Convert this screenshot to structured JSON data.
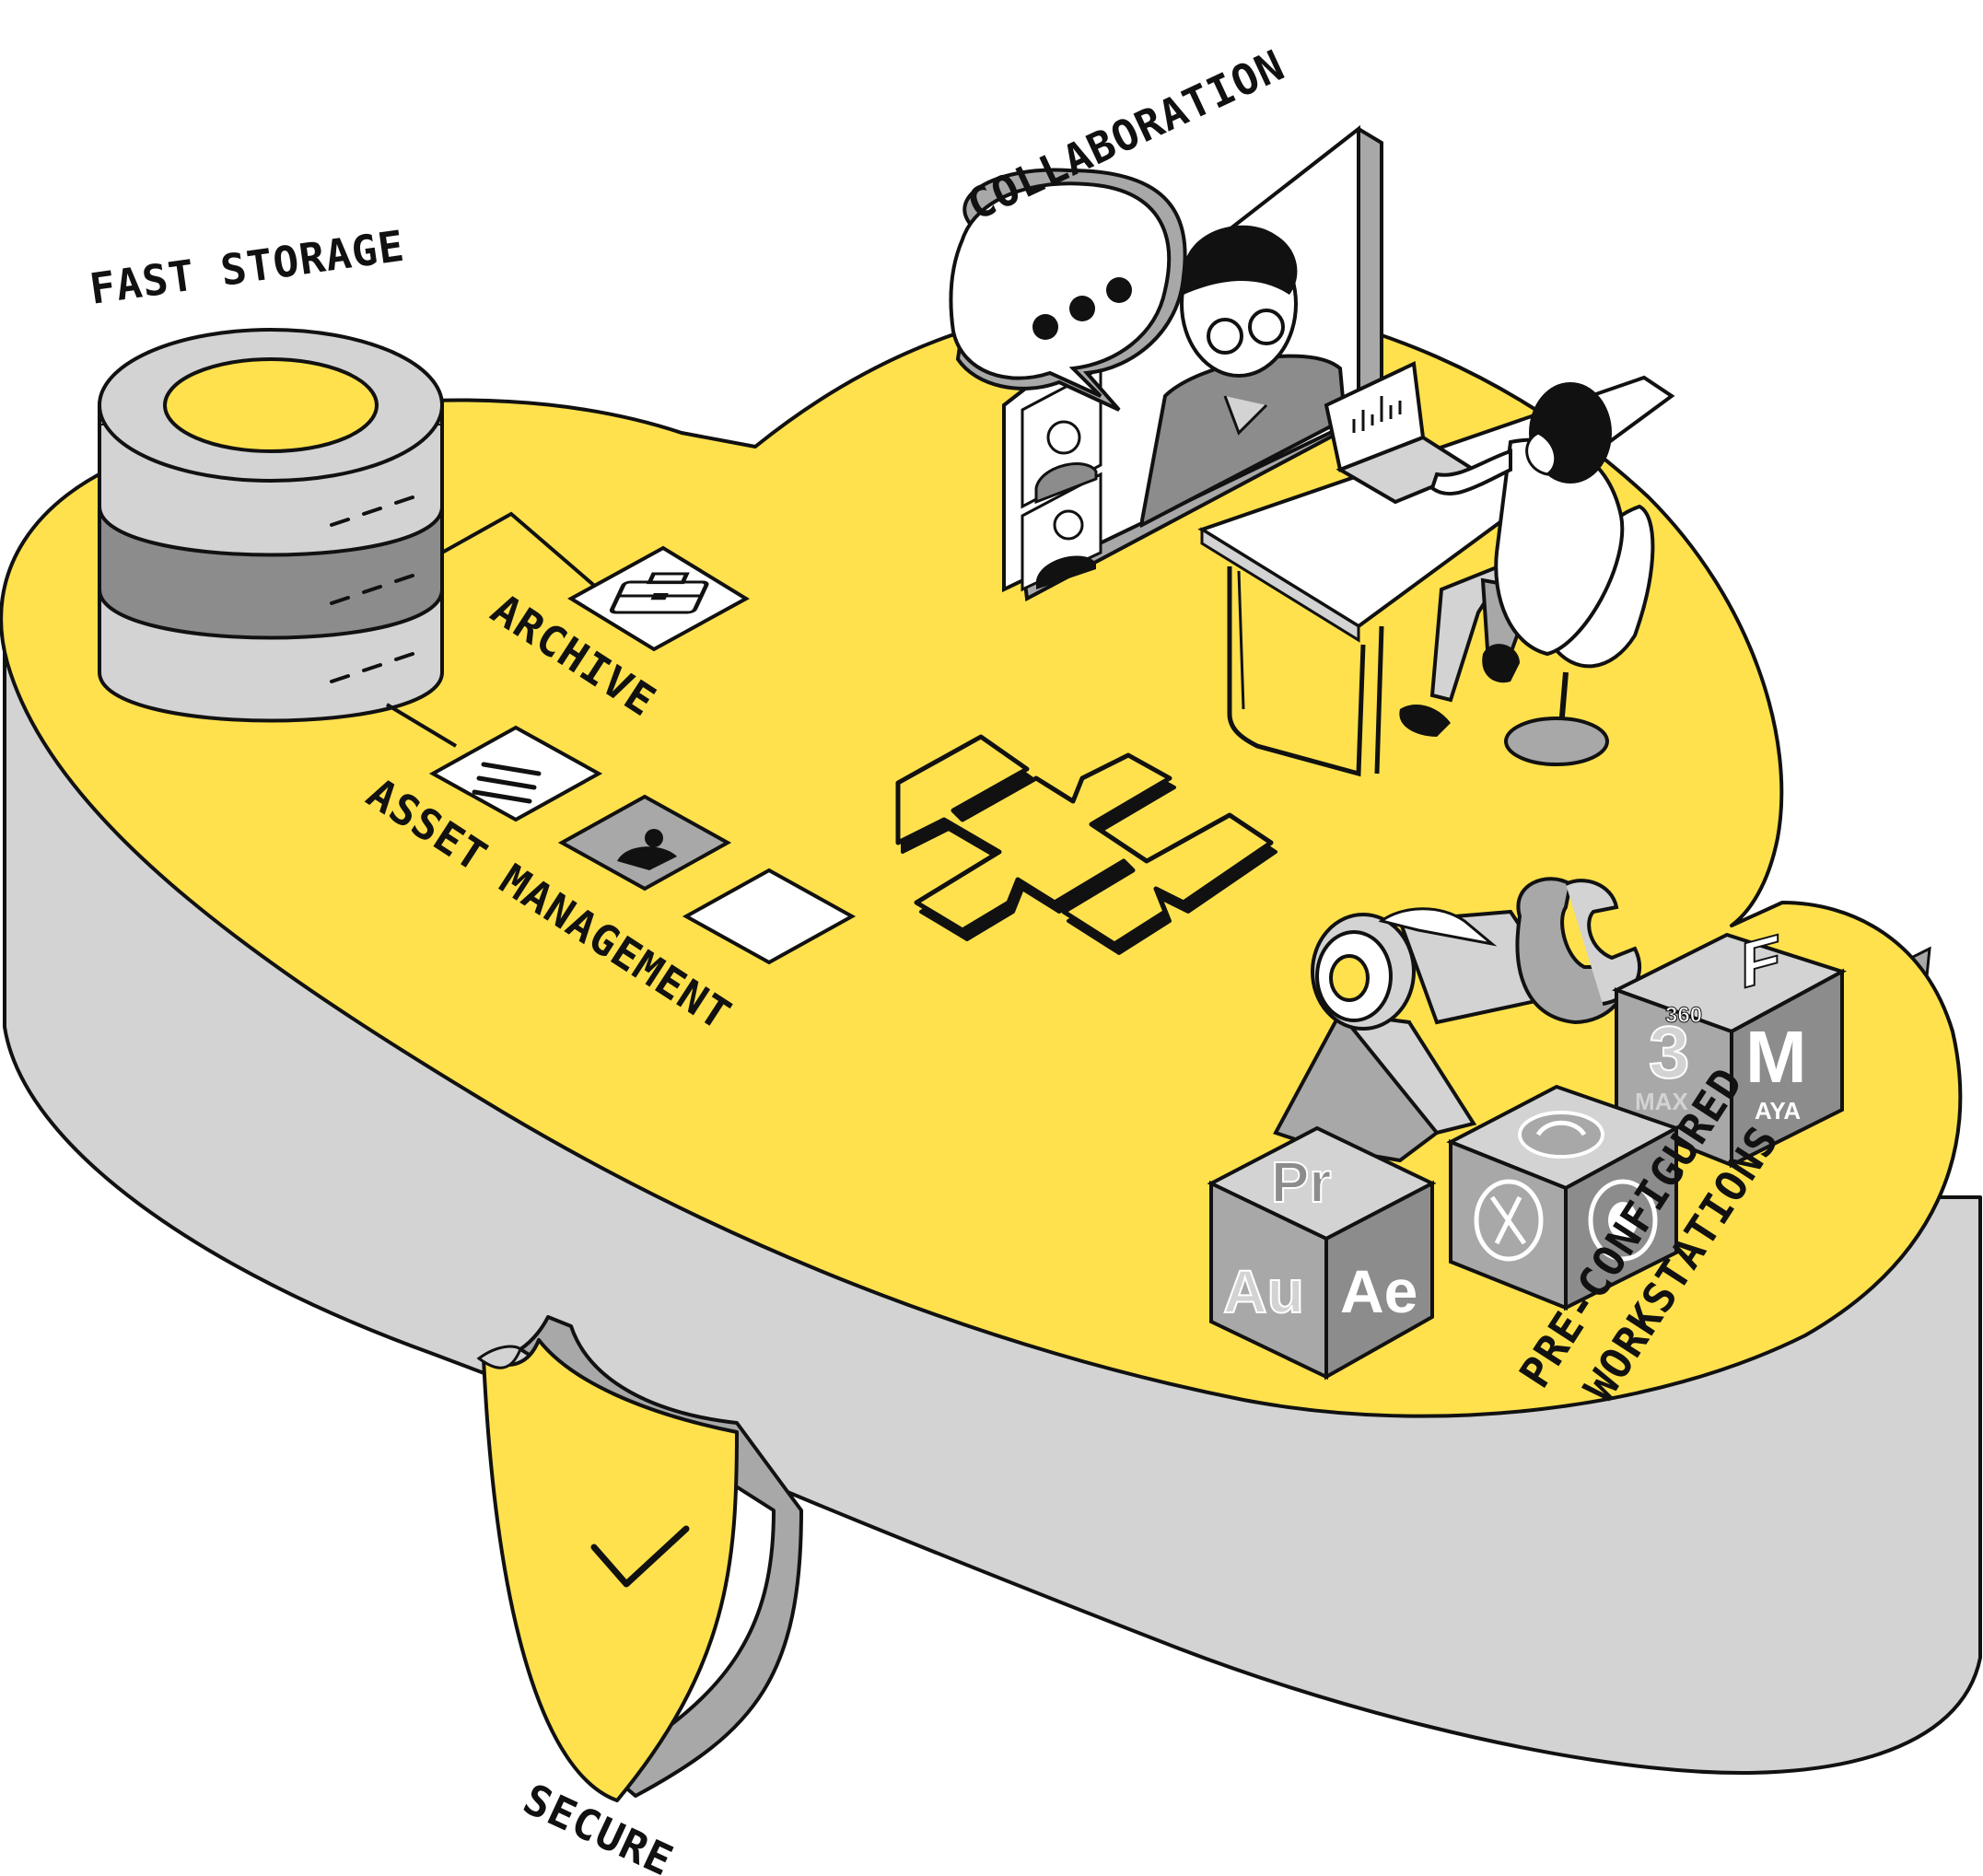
{
  "labels": {
    "fast_storage": "FAST STORAGE",
    "collaboration": "COLLABORATION",
    "archive": "ARCHIVE",
    "asset_management": "ASSET MANAGEMENT",
    "preconfigured_line1": "PRE-CONFIGURED",
    "preconfigured_line2": "WORKSTATIONS",
    "secure": "SECURE"
  },
  "app_cubes": {
    "adobe": {
      "top": "Pr",
      "left": "Au",
      "right": "Ae"
    },
    "autodesk": {
      "top": "F",
      "top_sub": "360",
      "left": "3",
      "left_sub": "MAX",
      "right": "M",
      "right_sub": "AYA"
    }
  },
  "colors": {
    "yellow": "#FFE14D",
    "gray_light": "#D3D3D3",
    "gray_mid": "#A8A8A8",
    "gray_dark": "#8C8C8C",
    "outline": "#111111"
  },
  "icons": [
    "database-icon",
    "briefcase-icon",
    "document-icon",
    "person-icon",
    "speech-bubble-icon",
    "laptop-icon",
    "robot-arm-icon",
    "logo-icon",
    "shield-icon",
    "checkmark-icon"
  ]
}
